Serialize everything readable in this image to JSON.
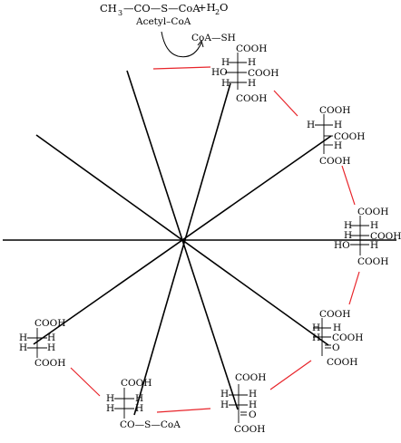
{
  "header": {
    "ch": "CH",
    "ch_sub": "3",
    "rest": "—CO—S—CoA",
    "plus": "+H",
    "h2o_sub": "2",
    "o": "O",
    "acetyl_label": "Acetyl–CoA",
    "coash_label": "CoA—SH"
  },
  "molecules": {
    "citrate": {
      "top": "COOH",
      "r1_left": "H",
      "r1_right": "H",
      "r2_left": "HO",
      "r2_right": "COOH",
      "r3_left": "H",
      "r3_right": "H",
      "bottom": "COOH"
    },
    "isocitrate_a": {
      "top": "COOH",
      "r1_left": "H",
      "r1_right": "H",
      "r2_right": "COOH",
      "r3_right": "H",
      "bottom": "COOH"
    },
    "isocitrate_b": {
      "top": "COOH",
      "r1_left": "H",
      "r1_right": "H",
      "r2_left": "H",
      "r2_right": "COOH",
      "r3_left": "HO",
      "r3_right": "H",
      "bottom": "COOH"
    },
    "oxalosuccinate": {
      "top": "COOH",
      "r1_left": "H",
      "r1_right": "H",
      "r2_left": "H",
      "r2_right": "COOH",
      "r3_right": "O",
      "bottom": "COOH"
    },
    "ketoglutarate": {
      "top": "COOH",
      "r1_left": "H",
      "r1_right": "H",
      "r2_left": "H",
      "r2_right": "H",
      "r3_right": "O",
      "bottom": "COOH"
    },
    "succinyl_coa": {
      "top": "COOH",
      "r1_left": "H",
      "r1_right": "H",
      "r2_left": "H",
      "r2_right": "H",
      "bottom": "CO—S—CoA"
    },
    "succinate": {
      "top": "COOH",
      "r1_left": "H",
      "r1_right": "H",
      "r2_left": "H",
      "r2_right": "H",
      "bottom": "COOH"
    }
  },
  "colors": {
    "line": "#000000",
    "connector": "#e8242a",
    "background": "#ffffff"
  }
}
